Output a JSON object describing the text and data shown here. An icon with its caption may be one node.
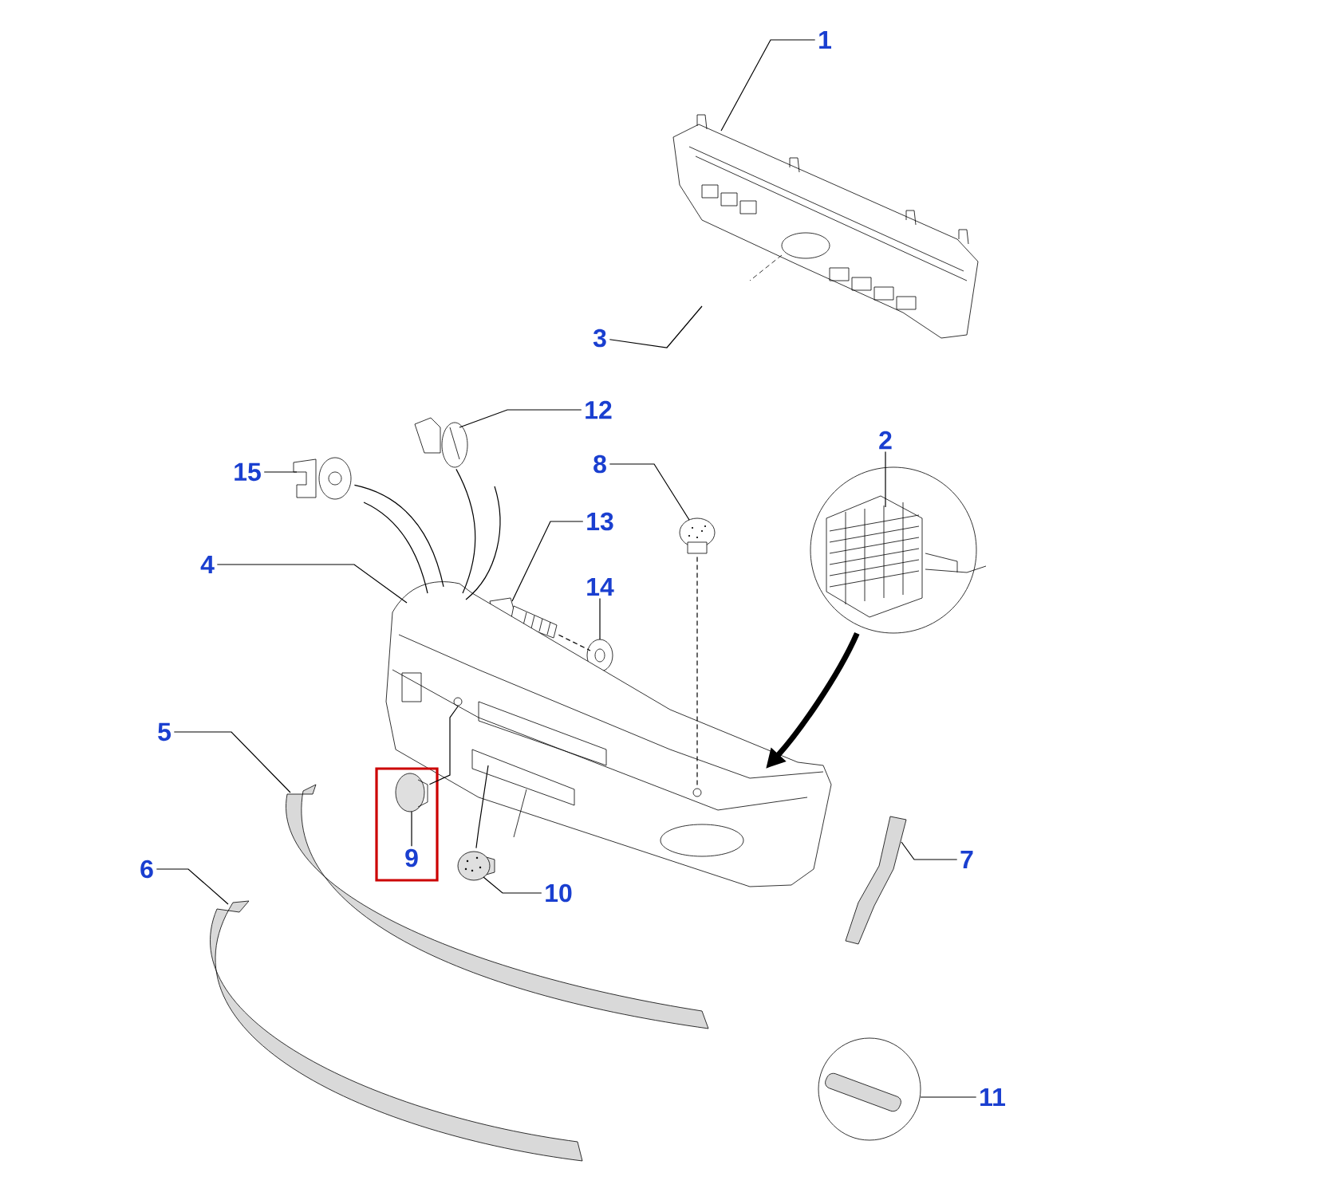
{
  "diagram": {
    "nodes": [
      {
        "text": [
          "1"
        ]
      },
      {
        "text": [],
        "shape": "picture"
      },
      {
        "text": [
          "3"
        ]
      },
      {
        "text": [
          "12"
        ]
      },
      {
        "text": [],
        "shape": "picture"
      },
      {
        "text": [
          "15"
        ]
      },
      {
        "text": [],
        "shape": "picture"
      },
      {
        "text": [
          "2"
        ]
      },
      {
        "text": [],
        "shape": "picture"
      },
      {
        "text": [
          "8"
        ]
      },
      {
        "text": [],
        "shape": "picture"
      },
      {
        "text": [
          "13"
        ]
      },
      {
        "text": [],
        "shape": "picture"
      },
      {
        "text": [
          "4"
        ]
      },
      {
        "text": [
          "14"
        ]
      },
      {
        "text": [],
        "shape": "picture"
      },
      {
        "text": [],
        "shape": "picture"
      },
      {
        "text": [
          "5"
        ]
      },
      {
        "text": [],
        "shape": "picture"
      },
      {
        "text": [],
        "shape": "box"
      },
      {
        "text": [],
        "shape": "picture",
        "in": 19
      },
      {
        "text": [
          "9"
        ],
        "in": 19
      },
      {
        "text": [
          "7"
        ]
      },
      {
        "text": [],
        "shape": "picture"
      },
      {
        "text": [
          "6"
        ]
      },
      {
        "text": [],
        "shape": "picture"
      },
      {
        "text": [
          "10"
        ]
      },
      {
        "text": [],
        "shape": "picture"
      },
      {
        "text": [
          "11"
        ]
      },
      {
        "text": [],
        "shape": "picture"
      }
    ],
    "edges": [
      {
        "from": 0,
        "to": 1,
        "arrow": "none"
      },
      {
        "from": 2,
        "to": null,
        "arrow": "none"
      },
      {
        "from": 3,
        "to": 4,
        "arrow": "none"
      },
      {
        "from": 5,
        "to": 6,
        "arrow": "none"
      },
      {
        "from": 7,
        "to": 8,
        "arrow": "none"
      },
      {
        "from": 9,
        "to": 10,
        "arrow": "none"
      },
      {
        "from": 11,
        "to": 12,
        "arrow": "none"
      },
      {
        "from": 13,
        "to": 16,
        "arrow": "none"
      },
      {
        "from": 14,
        "to": 15,
        "arrow": "none"
      },
      {
        "from": 17,
        "to": 18,
        "arrow": "none"
      },
      {
        "from": 21,
        "to": 20,
        "arrow": "none"
      },
      {
        "from": 22,
        "to": 23,
        "arrow": "none"
      },
      {
        "from": 24,
        "to": 25,
        "arrow": "none"
      },
      {
        "from": 26,
        "to": 27,
        "arrow": "none"
      },
      {
        "from": 28,
        "to": 29,
        "arrow": "none"
      },
      {
        "from": 8,
        "to": 16,
        "arrow": "to",
        "style": "thick"
      },
      {
        "from": 10,
        "to": 16,
        "arrow": "none",
        "style": "dashed"
      },
      {
        "from": 12,
        "to": 15,
        "arrow": "none",
        "style": "dashed"
      },
      {
        "from": 6,
        "to": 16,
        "arrow": "none"
      },
      {
        "from": 4,
        "to": 16,
        "arrow": "none"
      },
      {
        "from": 20,
        "to": 16,
        "arrow": "none"
      },
      {
        "from": 27,
        "to": 16,
        "arrow": "none"
      }
    ]
  }
}
